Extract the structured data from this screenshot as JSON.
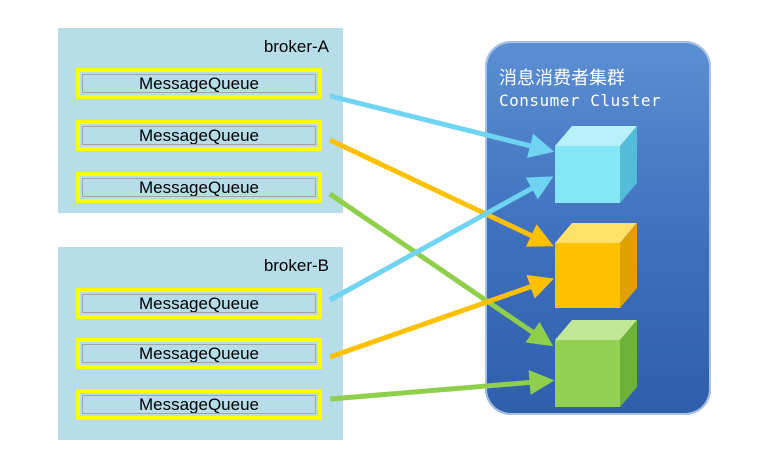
{
  "brokers": [
    {
      "label": "broker-A",
      "queues": [
        "MessageQueue",
        "MessageQueue",
        "MessageQueue"
      ]
    },
    {
      "label": "broker-B",
      "queues": [
        "MessageQueue",
        "MessageQueue",
        "MessageQueue"
      ]
    }
  ],
  "cluster": {
    "title": "消息消费者集群",
    "subtitle": "Consumer Cluster"
  },
  "consumers": [
    {
      "name": "consumer-cyan",
      "color": "#7fe3f5"
    },
    {
      "name": "consumer-yellow",
      "color": "#ffc000"
    },
    {
      "name": "consumer-green",
      "color": "#92d050"
    }
  ],
  "arrows": [
    {
      "from": "broker-A queue 1",
      "to": "consumer-cyan",
      "color": "#6fd3f2"
    },
    {
      "from": "broker-A queue 2",
      "to": "consumer-yellow",
      "color": "#ffc000"
    },
    {
      "from": "broker-A queue 3",
      "to": "consumer-green",
      "color": "#8fcf4c"
    },
    {
      "from": "broker-B queue 1",
      "to": "consumer-cyan",
      "color": "#6fd3f2"
    },
    {
      "from": "broker-B queue 2",
      "to": "consumer-yellow",
      "color": "#ffc000"
    },
    {
      "from": "broker-B queue 3",
      "to": "consumer-green",
      "color": "#8fcf4c"
    }
  ]
}
